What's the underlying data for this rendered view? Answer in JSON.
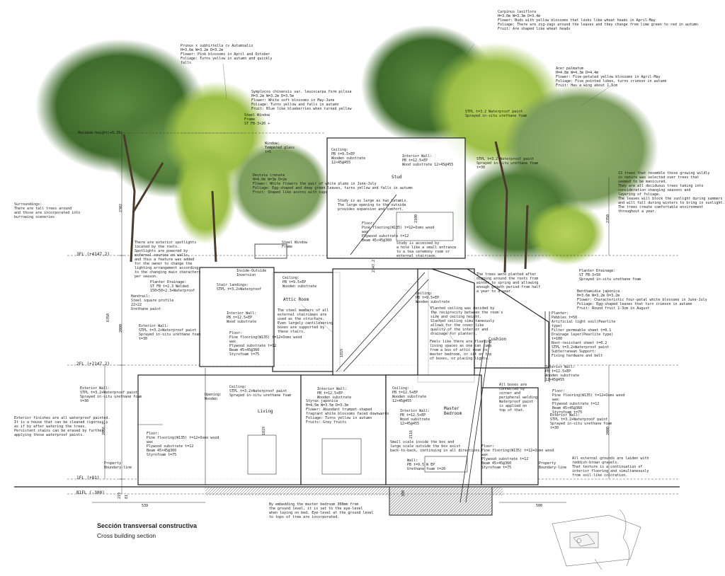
{
  "title": {
    "es": "Sección transversal constructiva",
    "en": "Cross building section"
  },
  "levels": {
    "l3fl": "3FL (+4147.2)",
    "l2fl": "2FL (+2147.2)",
    "l1fl": "1FL (+81)",
    "lb1fl": "B1FL (-300)"
  },
  "labels": {
    "stud": "Stud",
    "attic_room": "Attic Room",
    "living": "Living",
    "master_bedroom": "Master\nBedroom",
    "cushion": "Cushion"
  },
  "dims": {
    "d2302": "2302",
    "d6350": "6350",
    "d2000a": "2000",
    "d2066": "2066.2",
    "d219": "219",
    "d81": "81",
    "d2100": "2100",
    "d2350": "2350",
    "d2000b": "2000",
    "d1819": "1819",
    "d1819b": "1819",
    "d2147": "2147.2",
    "d2116": "2116",
    "d300": "300",
    "d539": "539",
    "d500": "500"
  },
  "notes": {
    "prunus": "Prunus x subhirtella cv Autumnalis\nH=3.6m W=3.2m D=3.2m\nFlower: Pink blossoms in April and October\nFoliage: Turns yellow in autumn and quickly\nfalls",
    "carpinus": "Carpinus laxiflora\nH=3.0m W=3.3m D=3.4m\nFlower: Buds with yellow blossoms that looks like wheat heads in April-May\nFoliage: There are zig-zags around the leaves and they change from lime green to red in autumn\nFruit: Are shaped like wheat heads",
    "acer": "Acer palmatum\nH=4.8m W=4.3m D=4.4m\nFlower: Five-petaled yellow blossoms in April-May\nFoliage: Five pointed lobes, turns crimson in autumn\nFruit: Has a wing about 1.5cm",
    "symplocos": "Symplocos chinensis var. leucocarpa form pilosa\nH=3.2m W=3.2m D=3.5m\nFlower: White soft blossoms in May-June\nFoliage: Turns yellow and falls in autumn\nFruit: Blue like blueberries when turned yellow",
    "steel_window_frame": "Steel Window\nFrame\nST FB-3×20 +",
    "maximum_height": "Maximum height(+6.35)",
    "stpl_roof": "STPL t=3.2 Waterproof paint\nSprayed in-situ urethane foam",
    "window_tempered": "Window:\nTempered glass\nt=5",
    "ceiling_study": "Ceiling:\nPB t=9.5+EP\nWooden substrate\n12×45@455",
    "interior_wall_study": "Interior Wall:\nPB t=12.5+EP\nWood substrate 12×45@455",
    "stpl_exterior": "STPL t=3.2 Waterproof paint\nSprayed in-situ urethane foam\nt=30",
    "trees_wild": "13 trees that resemble those growing wildly\nin nature was selected over trees that\nseemed to be manicured.\nThey are all deciduous trees taking into\nconsideration changing seasons and\nlayering of foliage.\nThe leaves will block the sunlight during summers\nand will fall during winters to bring in sunlight.\nThe trees create comfortable environment\nthroughout a year.",
    "deutzia": "Deutzia crenata\nH=4.0m W=3m D=2m\nFlower: White flowers the pair of white plums in June-July\nFoliage: Egg-shaped and deep green leaves, turns yellow and falls in autumn\nFruit: Shaped like acorns with cups",
    "surroundings": "Surroundings:\nThere are tall trees around\nand those are incorporated into\nburrowing sceneries",
    "study_tatami": "Study is as large as two tatamis.\nThe large opening to the outside\nprovides expansion and comfort.",
    "floor_study": "Floor:\nPine flooring(W135) t=12+Osmo wood\nwax\nPlywood substrate t=12\nBeam 45×45@360",
    "spotlights": "There are exterior spotlights\nlocated by the roots.\nSpotlights are powered by\nexternal sources on walls,\nand thus a feature was added\nfor the owner to change the\nlighting arrangement according\nto the changing main characters\nper season.",
    "steel_window_2": "Steel Window\nFrame",
    "study_hole": "Study is accessed by\na hole like a small entrance\nto a tea ceremony room or\nexternal staircase.",
    "inside_outside": "Inside-Outside\nInversion",
    "trees_planted": "The trees were planted after\ndigging around the roots from\nwinter to spring and allowing\nenough growth period from half\na year to a year.",
    "planter_drainage_r": "Planter Drainage:\nST FB-3×50\nSprayed in-situ urethane foam",
    "planter_drainage_l": "Planter Drainage:\nST FB t=2.3 Welded\n150×50×2.3+Waterproof",
    "stair_landings": "Stair landings:\nSTPL t=3.2+Waterproof",
    "ceiling_attic": "Ceiling:\nPB t=9.5+EP\nWooden substrate",
    "handrail": "Handrail:\nSteel square profile\n22×22\nUrethane paint",
    "benthamidia": "Benthamidia japonica\nH=3.6m W=3.2m D=3.2m\nFlower: Characteristic four-petal white blossoms in June-July\nFoliage: Egg-shaped leaves that turn crimson in autumn\nFruit: Round fruit 1-3cm in August",
    "ceiling_right": "Ceiling:\nPB t=9.5+EP\nWooden substrate",
    "steel_members": "The steel members of all\nexternal staircases are\nused as the structure.\nEven largely cantilevering\nboxes are supported by\nthese stairs.",
    "interior_wall_l": "Interior Wall:\nPB t=12.5+EP\nWood substrate",
    "planted_ceiling": "Planted ceiling was decided by\nthe reciprocity between the room's\nsize and ceiling height.\nSlanted ceiling simultaneously\nallows for the cover-like\nquality of the interior and\ndrainage for planters.",
    "planter_layers": "Planter:\nPebbles t=50\nArtificial light soil(Pearlite\ntype)\nFilter permeable sheet t=0.1\nDrainage layer(Pearlite type)\nt=100\nRoot-resistant sheet t=0.2\nSTPL t=3.2+Waterproof paint\nSubterranean Support:\nFixing hardware and belt",
    "exterior_wall_l": "Exterior Wall:\nSTPL t=3.2+Waterproof paint\nSprayed in-situ urethane foam\nt=30",
    "floor_attic": "Floor:\nPine flooring(W135) t=12+Osmo wood\nwax\nPlywood substrate t=12\nBeam 45×45@360\nStyrofoam t=75",
    "feels_like": "Feels like there are floating\nliving spaces as one can jump\nfrom a box of attic room to\nmaster bedroom, or sit on top\nof boxes, or placing lights.",
    "interior_wall_r": "Interior Wall:\nPB t=12.5+EP\nWooden substrate\n12×45@455",
    "ceiling_living": "Ceiling:\nSTPL t=3.2+Waterproof paint\nSprayed in-situ urethane foam",
    "exterior_wall_ll": "Exterior Wall:\nSTPL t=3.2+Waterproof paint\nSprayed in-situ urethane foam\nt=30",
    "interior_wall_mid": "Interior Wall:\nPB t=12.5+EP\nWooden substrate",
    "ceiling_bedroom": "Ceiling:\nPB t=12.5+EP\nWooden substrate\n12×45@455",
    "boxes_connected": "All boxes are\nconnected by\ncorner and\nperipheral welding\nWaterproof paint\nis applied on\ntop of that.",
    "opening_wooden": "Opening:\nWooden",
    "floor_right": "Floor:\nPine flooring(W135) t=12+Osmo wood\nwax\nPlywood substrate t=12\nBeam 45×45@360\nStyrofoam t=75",
    "styrax": "Styrax japonica\nH=4.5m W=3.5m D=3.3m\nFlower: Abundant trumpet-shaped\nfragrant white blossoms faced downwards\nFoliage: Turns yellow in autumn\nFruits: Grey fruits",
    "interior_wall_bed": "Interior Wall:\nPB t=12.5+EP\nWood substrate\n12×45@455",
    "exterior_finishes": "Exterior finishes are all waterproof painted.\nIt is a house that can be cleaned rigorously\nas if by after watering the trees.\nPersistent stains can be erased by further\napplying those waterproof paints.",
    "exterior_wall_r": "Exterior Wall:\nSTPL t=3.2+Waterproof paint\nSprayed in-situ urethane foam\nt=30",
    "floor_living": "Floor:\nPine flooring(W135) t=12+Osmo wood\nwax\nPlywood substrate t=12\nBeam 45×45@360\nStyrofoam t=75",
    "small_scale": "Small scale inside the box and\nlarge scale outside the box exist\nback-to-back, continuing in all directions.",
    "floor_bedroom": "Floor:\nPine flooring(W135) t=12+Osmo wood\nwax\nPlywood substrate t=12\nBeam 45×45@360\nStyrofoam t=75",
    "external_grounds": "All external grounds are laiden with\nreddish-brown gravels.\nThat texture is a continuation of\ninterior flooring and simultaneously\nfrom soil-like coloration.",
    "property_l": "Property\nBoundary-line",
    "property_r": "Property\nBoundary-line",
    "wall_lower": "Wall:\nPB t=9.5 W EP\nUrethane foam t=20",
    "embedding": "By embedding the master bedroom 300mm from\nthe ground level, it is set to the eye-level\nwhen laying on bed. Eye-level at the ground level\nto tops of tree are incorporated."
  }
}
